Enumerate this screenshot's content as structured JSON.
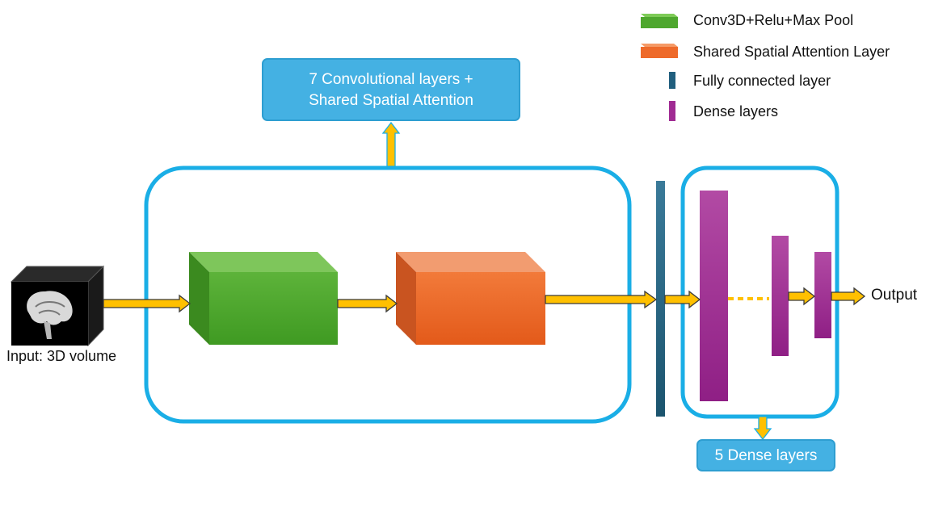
{
  "legend": {
    "items": [
      {
        "label": "Conv3D+Relu+Max Pool",
        "color": "#4ea72e"
      },
      {
        "label": "Shared Spatial Attention Layer",
        "color": "#ee6a2a"
      },
      {
        "label": "Fully connected layer",
        "color": "#215f7e"
      },
      {
        "label": "Dense layers",
        "color": "#a02b93"
      }
    ]
  },
  "callouts": {
    "top_line1": "7 Convolutional layers +",
    "top_line2": "Shared Spatial Attention",
    "bottom": "5 Dense layers"
  },
  "labels": {
    "input": "Input: 3D volume",
    "output": "Output"
  },
  "colors": {
    "group_border": "#1aaee6",
    "arrow_fill": "#ffc000",
    "callout_bg": "#44b1e3"
  }
}
